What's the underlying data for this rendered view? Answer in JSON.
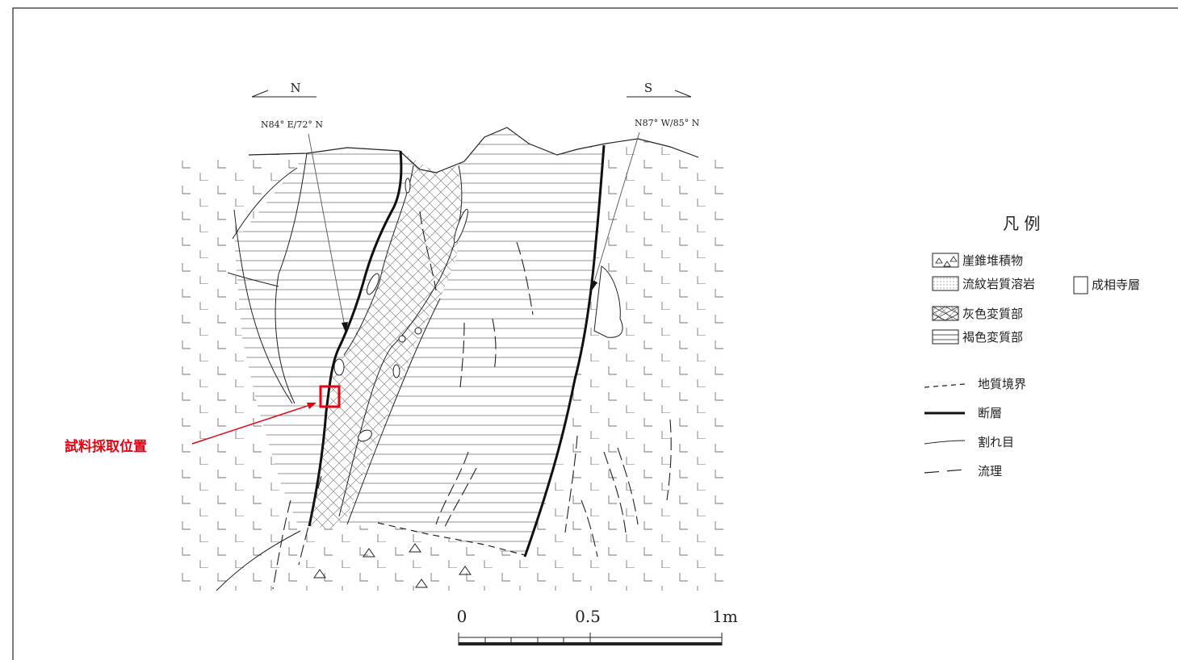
{
  "orientation": {
    "north_label": "N",
    "south_label": "S",
    "fault_left_attitude": "N84° E/72° N",
    "fault_right_attitude": "N87° W/85° N"
  },
  "sample": {
    "label": "試料採取位置",
    "marker_color": "#e60012"
  },
  "scale_bar": {
    "zero": "0",
    "half": "0.5",
    "one": "1m"
  },
  "legend": {
    "title": "凡 例",
    "units": [
      {
        "icon": "scree-triangles-icon",
        "label": "崖錐堆積物"
      },
      {
        "icon": "rhyolite-dots-icon",
        "label": "流紋岩質溶岩"
      },
      {
        "icon": "plain-box-icon",
        "label": "成相寺層"
      },
      {
        "icon": "crosshatch-icon",
        "label": "灰色変質部"
      },
      {
        "icon": "horizontal-lines-icon",
        "label": "褐色変質部"
      }
    ],
    "lines": [
      {
        "icon": "dashed-line-icon",
        "label": "地質境界"
      },
      {
        "icon": "thick-line-icon",
        "label": "断層"
      },
      {
        "icon": "thin-line-icon",
        "label": "割れ目"
      },
      {
        "icon": "long-dash-line-icon",
        "label": "流理"
      }
    ]
  }
}
